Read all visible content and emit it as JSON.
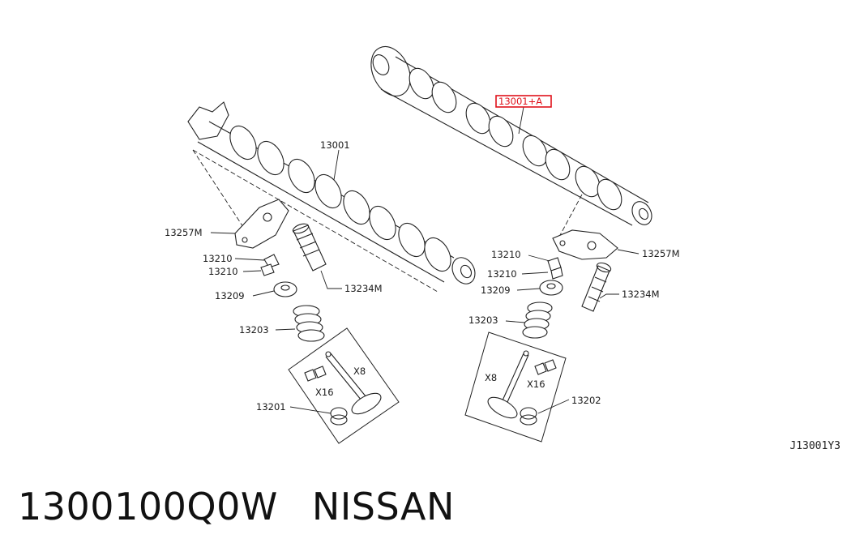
{
  "callouts": {
    "c13001a": "13001+A",
    "c13001": "13001",
    "c13257m_l": "13257M",
    "c13257m_r": "13257M",
    "c13210_l1": "13210",
    "c13210_l2": "13210",
    "c13210_r1": "13210",
    "c13210_r2": "13210",
    "c13209_l": "13209",
    "c13209_r": "13209",
    "c13234m_l": "13234M",
    "c13234m_r": "13234M",
    "c13203_l": "13203",
    "c13203_r": "13203",
    "c13201": "13201",
    "c13202": "13202",
    "x8_l": "X8",
    "x8_r": "X8",
    "x16_l": "X16",
    "x16_r": "X16"
  },
  "reference_code": "J13001Y3",
  "footer": {
    "part_number": "1300100Q0W",
    "brand": "NISSAN"
  },
  "colors": {
    "highlight": "#e0121b",
    "line": "#222222"
  }
}
